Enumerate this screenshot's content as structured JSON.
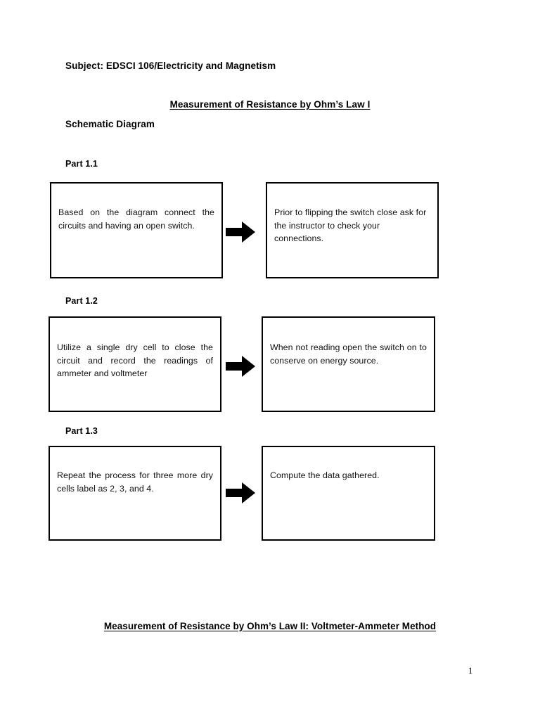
{
  "document": {
    "subject_line": "Subject: EDSCI 106/Electricity and Magnetism",
    "title_1": "Measurement of Resistance by Ohm’s Law I",
    "section_label": "Schematic Diagram",
    "title_2": "Measurement of Resistance by Ohm’s Law II: Voltmeter-Ammeter Method",
    "page_number": "1",
    "text_color": "#000000",
    "border_color": "#000000",
    "background": "#ffffff"
  },
  "flow": {
    "arrow_icon": "right-block-arrow-icon",
    "parts": [
      {
        "label": "Part 1.1",
        "left_box": {
          "text": "Based on the diagram connect the circuits and having an open switch.",
          "align": "justify"
        },
        "right_box": {
          "text": "Prior to flipping the switch close ask for the instructor to check your connections.",
          "align": "left"
        }
      },
      {
        "label": "Part 1.2",
        "left_box": {
          "text": "Utilize a single dry cell to close the circuit and record the readings of ammeter and voltmeter",
          "align": "justify"
        },
        "right_box": {
          "text": "When not reading open the switch on to conserve on energy source.",
          "align": "justify"
        }
      },
      {
        "label": "Part 1.3",
        "left_box": {
          "text": "Repeat the process for three more dry cells label as 2, 3, and 4.",
          "align": "justify"
        },
        "right_box": {
          "text": "Compute the data gathered.",
          "align": "left"
        }
      }
    ]
  }
}
